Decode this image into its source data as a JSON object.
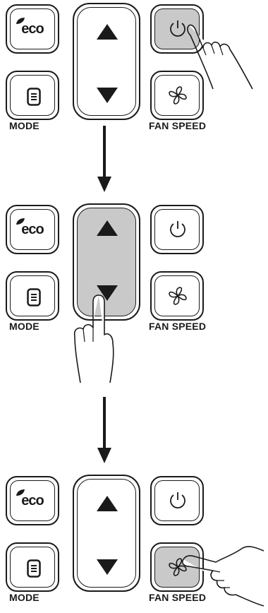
{
  "labels": {
    "mode": "MODE",
    "fan_speed": "FAN SPEED",
    "eco": "eco"
  },
  "steps": [
    {
      "pressed": "power"
    },
    {
      "pressed": "down"
    },
    {
      "pressed": "fan_speed"
    }
  ],
  "colors": {
    "outline": "#1a1a1a",
    "pressed_fill": "#c9c9c9"
  },
  "icons": [
    "eco-leaf-icon",
    "mode-icon",
    "power-icon",
    "fan-icon",
    "up-arrow-icon",
    "down-arrow-icon",
    "pointing-hand-icon",
    "flow-arrow-icon"
  ]
}
